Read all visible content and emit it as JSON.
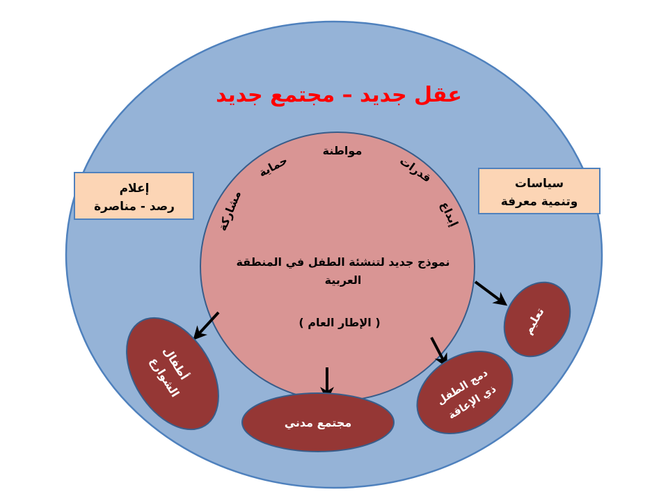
{
  "title": "عقل جديد – مجتمع جديد",
  "center": {
    "line1": "نموذج جديد لتنشئة الطفل في المنطقة",
    "line2": "العربية",
    "subtitle": "( الإطار العام )"
  },
  "ring_labels": {
    "citizenship": "مواطنة",
    "protection": "حماية",
    "abilities": "قدرات",
    "participation": "مشاركة",
    "creativity": "إبداع"
  },
  "boxes": {
    "left": {
      "line1": "إعلام",
      "line2": "رصد - مناصرة"
    },
    "right": {
      "line1": "سياسات",
      "line2": "وتنمية معرفة"
    }
  },
  "outcomes": {
    "street_children": {
      "line1": "أطفال",
      "line2": "الشوارع"
    },
    "civil_society": "مجتمع مدني",
    "disability": {
      "line1": "دمج الطفل",
      "line2": "ذي الإعاقة"
    },
    "education": "تعليم"
  },
  "colors": {
    "outer": "#95b3d7",
    "inner": "#d99594",
    "outcome": "#953735",
    "box": "#fcd5b5",
    "title": "#ff0000"
  }
}
